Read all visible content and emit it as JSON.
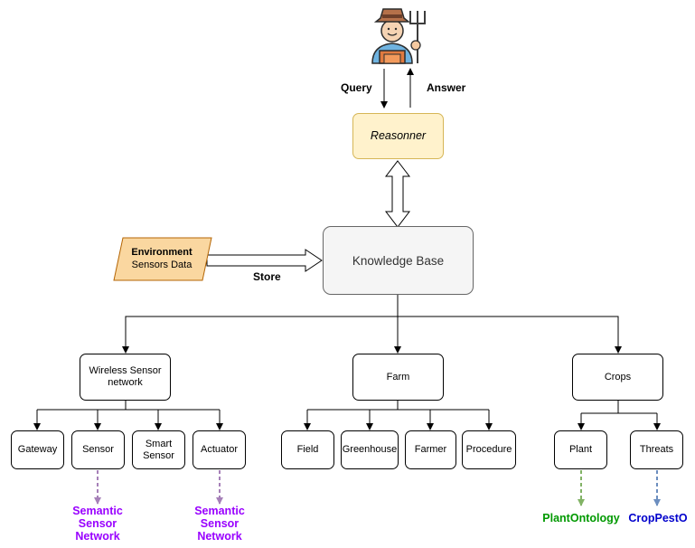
{
  "nodes": {
    "reasoner": "Reasonner",
    "knowledge_base": "Knowledge Base",
    "env_title": "Environment",
    "env_sub": "Sensors Data",
    "wsn": "Wireless Sensor network",
    "farm": "Farm",
    "crops": "Crops",
    "gateway": "Gateway",
    "sensor": "Sensor",
    "smart_sensor": "Smart Sensor",
    "actuator": "Actuator",
    "field": "Field",
    "greenhouse": "Greenhouse",
    "farmer": "Farmer",
    "procedure": "Procedure",
    "plant": "Plant",
    "threats": "Threats"
  },
  "edges": {
    "query": "Query",
    "answer": "Answer",
    "store": "Store"
  },
  "external": {
    "ssn_1": "Semantic Sensor Network",
    "ssn_2": "Semantic Sensor Network",
    "plant_ontology": "PlantOntology",
    "croppesto": "CropPestO"
  },
  "colors": {
    "reasoner_fill": "#fff2cc",
    "reasoner_stroke": "#d6b656",
    "kb_fill": "#f5f5f5",
    "env_fill": "#fad7a0",
    "ssn_text": "#9900ff",
    "plant_ontology_text": "#009900",
    "croppesto_text": "#0000cc",
    "ssn_arrow": "#a680b8",
    "plant_arrow": "#82b366",
    "croppesto_arrow": "#6c8ebf"
  },
  "icons": [
    "farmer-icon"
  ]
}
